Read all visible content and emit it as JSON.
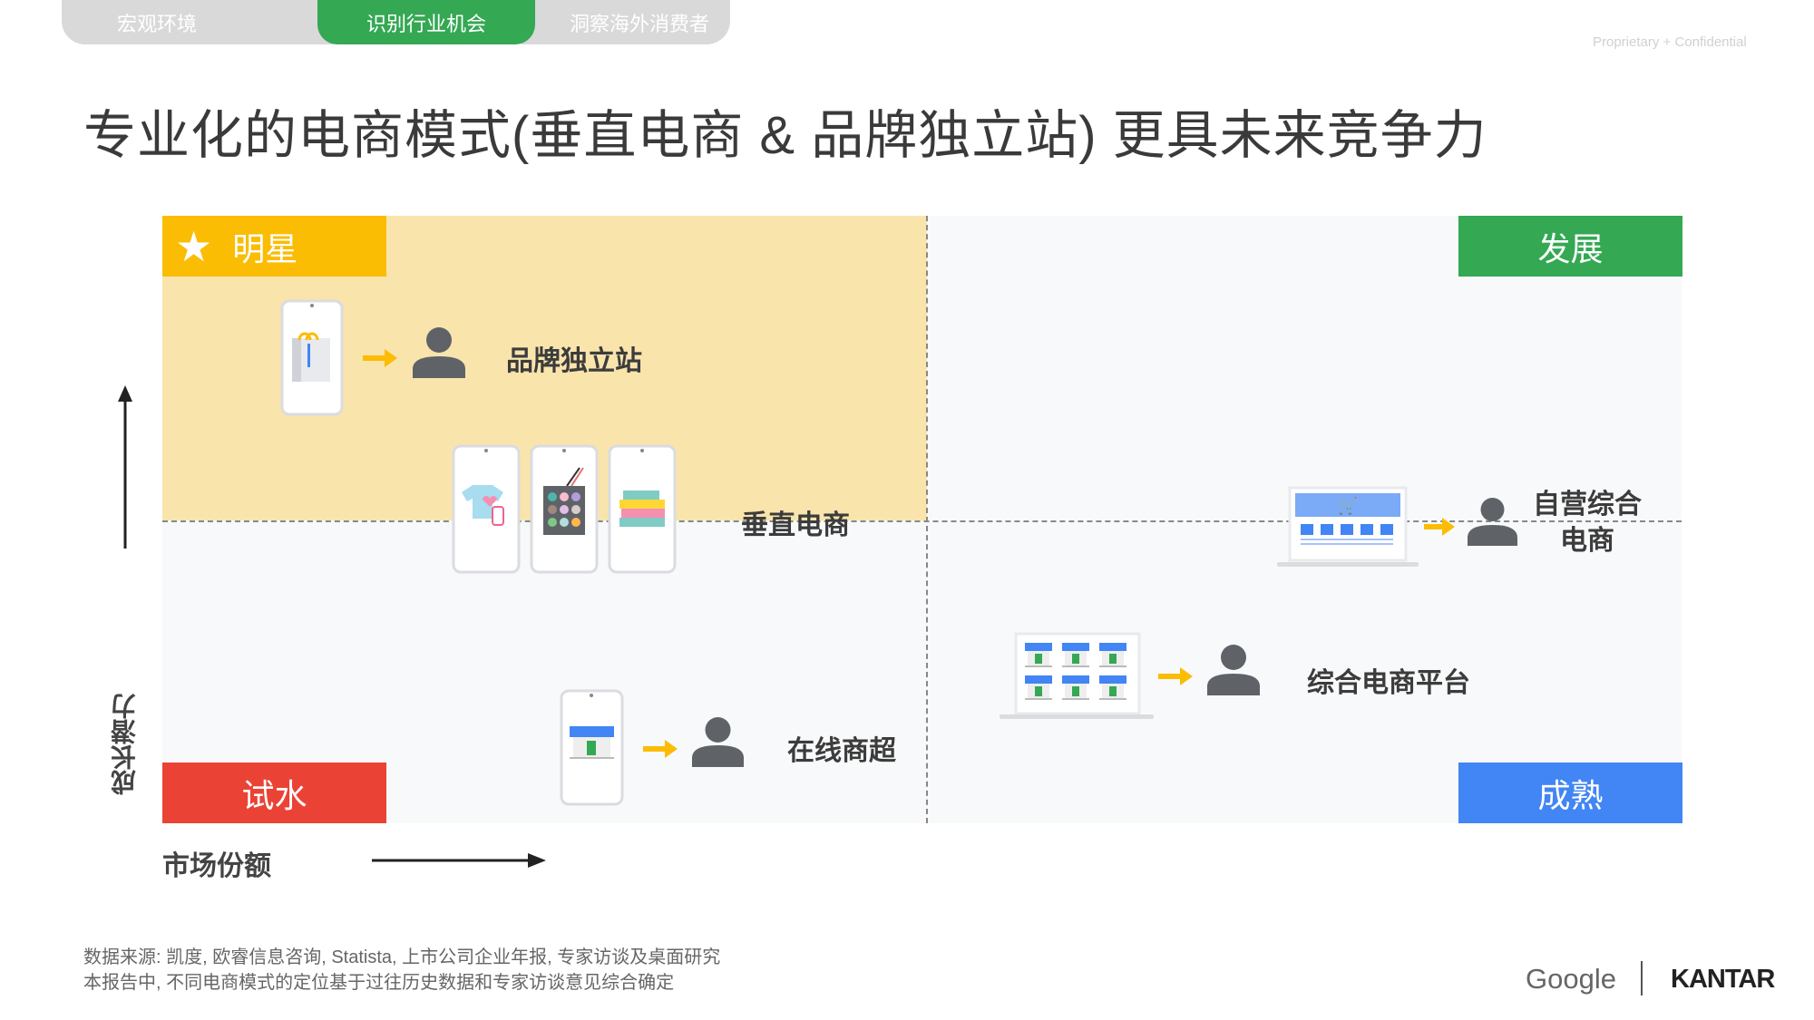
{
  "tabs": [
    {
      "label": "宏观环境"
    },
    {
      "label": "识别行业机会"
    },
    {
      "label": "洞察海外消费者"
    }
  ],
  "confidential": "Proprietary + Confidential",
  "title": "专业化的电商模式(垂直电商 & 品牌独立站) 更具未来竞争力",
  "quadrants": {
    "star": "明星",
    "growth": "发展",
    "trial": "试水",
    "mature": "成熟"
  },
  "axes": {
    "y": "成长潜力",
    "x": "市场份额"
  },
  "items": {
    "brand_site": "品牌独立站",
    "vertical": "垂直电商",
    "self_operated_line1": "自营综合",
    "self_operated_line2": "电商",
    "platform": "综合电商平台",
    "online_supermarket": "在线商超"
  },
  "footer": {
    "source": "数据来源: 凯度, 欧睿信息咨询, Statista, 上市公司企业年报, 专家访谈及桌面研究",
    "note": "本报告中, 不同电商模式的定位基于过往历史数据和专家访谈意见综合确定"
  },
  "logos": {
    "google": "Google",
    "kantar": "KANTAR"
  },
  "colors": {
    "star": "#fbbc04",
    "growth": "#34a853",
    "trial": "#ea4335",
    "mature": "#4285f4",
    "arrow": "#fbbc04",
    "person": "#5f6368"
  }
}
